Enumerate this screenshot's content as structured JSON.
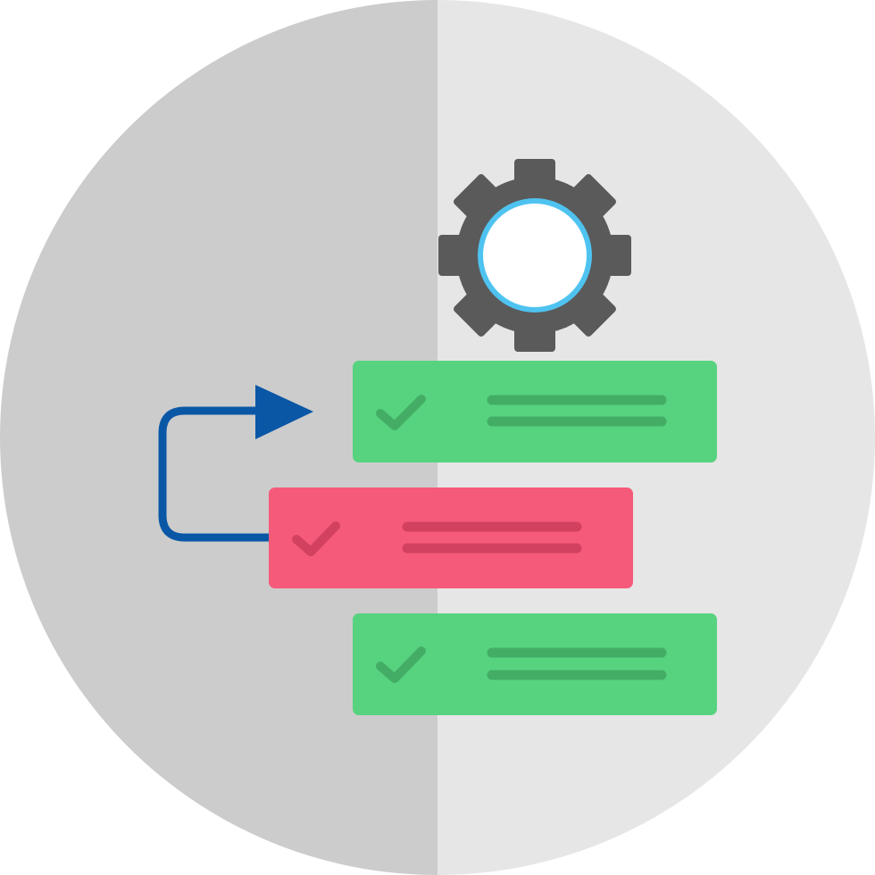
{
  "icon": {
    "name": "workflow-process-icon",
    "colors": {
      "background_left": "#cccccc",
      "background_right": "#e6e6e6",
      "gear": "#5a5a5a",
      "gear_ring": "#4fc3f0",
      "gear_center": "#ffffff",
      "green_card": "#57d37f",
      "green_line": "#43ad66",
      "red_card": "#f55a7a",
      "red_line": "#d2415f",
      "arrow": "#0a57a6"
    },
    "tasks": [
      {
        "name": "task-card-top",
        "status": "done",
        "color": "green"
      },
      {
        "name": "task-card-middle",
        "status": "done",
        "color": "red"
      },
      {
        "name": "task-card-bottom",
        "status": "done",
        "color": "green"
      }
    ]
  }
}
